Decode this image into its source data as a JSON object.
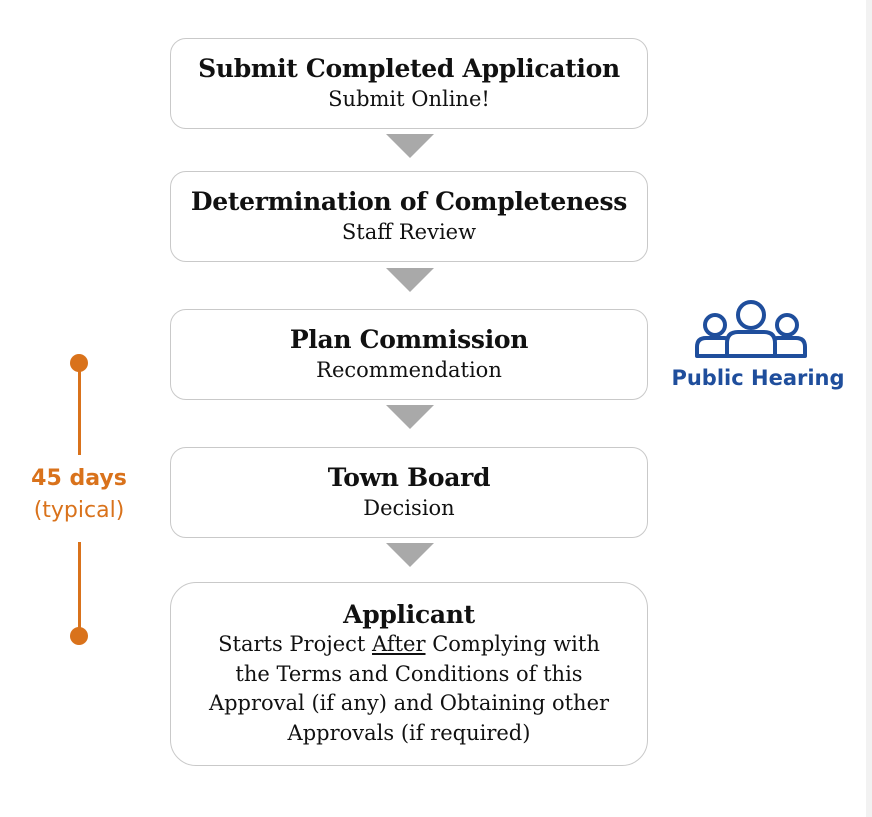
{
  "steps": [
    {
      "title": "Submit Completed Application",
      "subtitle": "Submit Online!"
    },
    {
      "title": "Determination of Completeness",
      "subtitle": "Staff Review"
    },
    {
      "title": "Plan Commission",
      "subtitle": "Recommendation"
    },
    {
      "title": "Town Board",
      "subtitle": "Decision"
    },
    {
      "title": "Applicant",
      "subtitle_prefix": "Starts Project ",
      "subtitle_underlined": "After",
      "subtitle_suffix_line1": " Complying with",
      "subtitle_line2": "the Terms and Conditions of this",
      "subtitle_line3": "Approval (if any) and Obtaining other",
      "subtitle_line4": "Approvals (if required)"
    }
  ],
  "timeline": {
    "days": "45 days",
    "note": "(typical)",
    "color": "#d9721b"
  },
  "public_hearing": {
    "label": "Public Hearing",
    "icon": "people-group-icon",
    "color": "#1f4e9c"
  },
  "arrow_color": "#a9a9a9"
}
